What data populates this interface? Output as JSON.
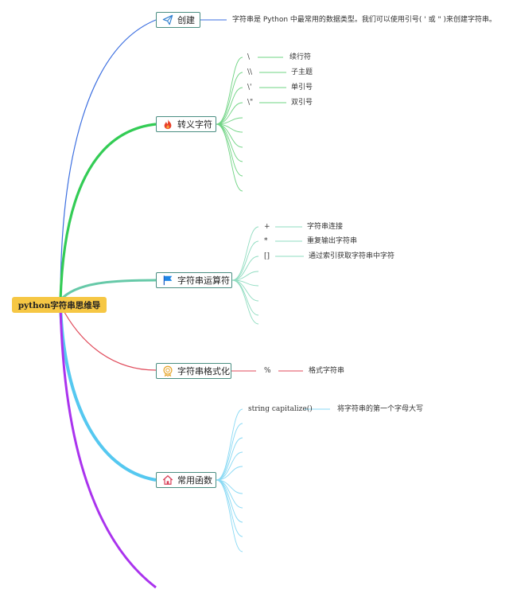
{
  "root": {
    "label": "python字符串思维导"
  },
  "branches": {
    "create": {
      "label": "创建",
      "icon": "paper-plane-icon",
      "color": "#3366dd",
      "description": "字符串是 Python 中最常用的数据类型。我们可以使用引号( ' 或 \" )来创建字符串。"
    },
    "escape": {
      "label": "转义字符",
      "icon": "fire-icon",
      "color": "#33cc55",
      "items": [
        {
          "symbol": "\\",
          "meaning": "续行符"
        },
        {
          "symbol": "\\\\",
          "meaning": "子主题"
        },
        {
          "symbol": "\\'",
          "meaning": "单引号"
        },
        {
          "symbol": "\\\"",
          "meaning": "双引号"
        }
      ]
    },
    "operators": {
      "label": "字符串运算符",
      "icon": "flag-icon",
      "color": "#66c9a8",
      "items": [
        {
          "symbol": "+",
          "meaning": "字符串连接"
        },
        {
          "symbol": "*",
          "meaning": "重复输出字符串"
        },
        {
          "symbol": "[]",
          "meaning": "通过索引获取字符串中字符"
        }
      ]
    },
    "format": {
      "label": "字符串格式化",
      "icon": "badge-icon",
      "color": "#e04a5a",
      "items": [
        {
          "symbol": "%",
          "meaning": "格式字符串"
        }
      ]
    },
    "functions": {
      "label": "常用函数",
      "icon": "home-icon",
      "color": "#55c8f0",
      "items": [
        {
          "symbol": "string capitalize()",
          "meaning": "将字符串的第一个字母大写"
        }
      ]
    },
    "extra": {
      "color": "#aa33ee"
    }
  }
}
